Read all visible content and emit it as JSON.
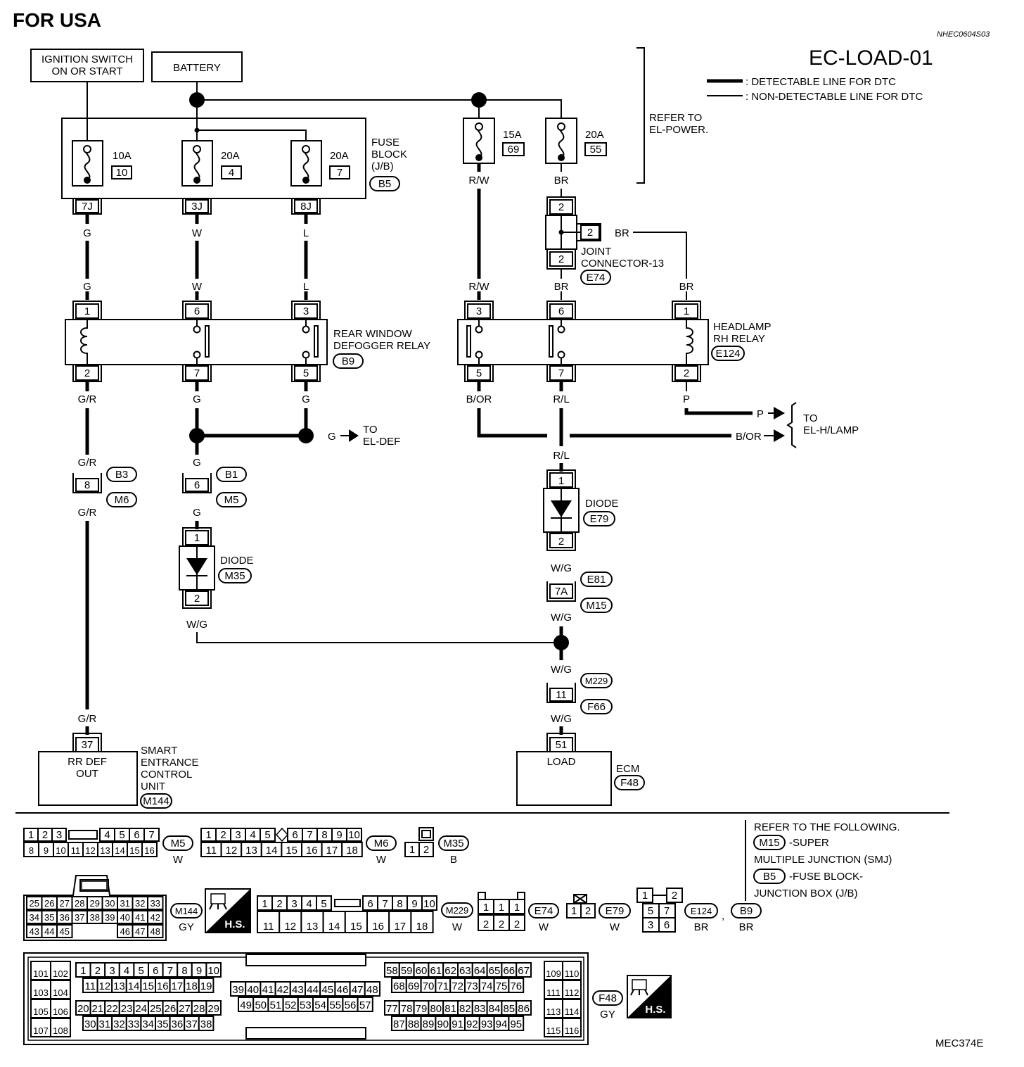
{
  "header": {
    "region": "FOR USA",
    "code": "NHEC0604S03",
    "page_title": "EC-LOAD-01",
    "legend_detectable": ": DETECTABLE LINE FOR DTC",
    "legend_non_detectable": ": NON-DETECTABLE LINE FOR DTC",
    "refer_power": [
      "REFER TO",
      "EL-POWER."
    ]
  },
  "sources": {
    "ignition": [
      "IGNITION SWITCH",
      "ON OR START"
    ],
    "battery": "BATTERY"
  },
  "fuse_block": {
    "label": [
      "FUSE",
      "BLOCK",
      "(J/B)"
    ],
    "connector": "B5",
    "fuses": [
      {
        "amp": "10A",
        "num": "10",
        "terminal": "7J",
        "wire": "G"
      },
      {
        "amp": "20A",
        "num": "4",
        "terminal": "3J",
        "wire": "W"
      },
      {
        "amp": "20A",
        "num": "7",
        "terminal": "8J",
        "wire": "L"
      }
    ]
  },
  "right_fuses": [
    {
      "amp": "15A",
      "num": "69",
      "wire": "R/W"
    },
    {
      "amp": "20A",
      "num": "55",
      "wire": "BR"
    }
  ],
  "joint_connector": {
    "label": [
      "JOINT",
      "CONNECTOR-13"
    ],
    "connector": "E74",
    "pins": [
      "2",
      "2",
      "2"
    ],
    "wire_br": "BR"
  },
  "defogger_relay": {
    "label": [
      "REAR WINDOW",
      "DEFOGGER RELAY"
    ],
    "connector": "B9",
    "top_pins": [
      "1",
      "6",
      "3"
    ],
    "bottom_pins": [
      "2",
      "7",
      "5"
    ],
    "top_wires": [
      "G",
      "W",
      "L"
    ],
    "bottom_wires": [
      "G/R",
      "G",
      "G"
    ]
  },
  "headlamp_relay": {
    "label": [
      "HEADLAMP",
      "RH RELAY"
    ],
    "connector": "E124",
    "top_pins": [
      "3",
      "6",
      "1"
    ],
    "bottom_pins": [
      "5",
      "7",
      "2"
    ],
    "top_wires": [
      "R/W",
      "BR",
      "BR"
    ],
    "bottom_wires": [
      "B/OR",
      "R/L",
      "P"
    ]
  },
  "to_el_def": {
    "wire": "G",
    "label": [
      "TO",
      "EL-DEF"
    ]
  },
  "to_el_hlamp": {
    "wire_p": "P",
    "wire_bor": "B/OR",
    "label": [
      "TO",
      "EL-H/LAMP"
    ]
  },
  "left_chain": {
    "wire_top": "G/R",
    "pin": "8",
    "conn_a": "B3",
    "conn_b": "M6",
    "wire_bottom": "G/R",
    "wire_end": "G/R",
    "end_pin": "37"
  },
  "mid_chain": {
    "wire_top": "G",
    "pin": "6",
    "conn_a": "B1",
    "conn_b": "M5",
    "wire_bottom": "G",
    "diode_label": "DIODE",
    "diode_conn": "M35",
    "diode_pins": [
      "1",
      "2"
    ],
    "wire_out": "W/G"
  },
  "right_chain": {
    "wire_rl": "R/L",
    "diode_label": "DIODE",
    "diode_conn": "E79",
    "diode_pins": [
      "1",
      "2"
    ],
    "wire_wg1": "W/G",
    "pin_7a": "7A",
    "conn_a": "E81",
    "conn_b": "M15",
    "wire_wg2": "W/G",
    "wire_wg3": "W/G",
    "pin_11": "11",
    "conn_c": "M229",
    "conn_d": "F66",
    "wire_wg4": "W/G",
    "end_pin": "51"
  },
  "smart_unit": {
    "box_text": [
      "RR DEF",
      "OUT"
    ],
    "label": [
      "SMART",
      "ENTRANCE",
      "CONTROL",
      "UNIT"
    ],
    "connector": "M144"
  },
  "ecm": {
    "box_text": "LOAD",
    "label": "ECM",
    "connector": "F48"
  },
  "connector_views": {
    "m5": {
      "row1": [
        "1",
        "2",
        "3",
        "",
        "4",
        "5",
        "6",
        "7"
      ],
      "row2": [
        "8",
        "9",
        "10",
        "11",
        "12",
        "13",
        "14",
        "15",
        "16"
      ],
      "name": "M5",
      "color": "W"
    },
    "m6": {
      "row1": [
        "1",
        "2",
        "3",
        "4",
        "5",
        "",
        "6",
        "7",
        "8",
        "9",
        "10"
      ],
      "row2": [
        "11",
        "12",
        "13",
        "14",
        "15",
        "16",
        "17",
        "18"
      ],
      "name": "M6",
      "color": "W"
    },
    "m35": {
      "pins": [
        "1",
        "2"
      ],
      "name": "M35",
      "color": "B"
    },
    "m144": {
      "row1": [
        "25",
        "26",
        "27",
        "28",
        "29",
        "30",
        "31",
        "32",
        "33"
      ],
      "row2": [
        "34",
        "35",
        "36",
        "37",
        "38",
        "39",
        "40",
        "41",
        "42"
      ],
      "row3a": [
        "43",
        "44",
        "45"
      ],
      "row3b": [
        "46",
        "47",
        "48"
      ],
      "name": "M144",
      "color": "GY"
    },
    "m229": {
      "row1": [
        "1",
        "2",
        "3",
        "4",
        "5",
        "",
        "6",
        "7",
        "8",
        "9",
        "10"
      ],
      "row2": [
        "11",
        "12",
        "13",
        "14",
        "15",
        "16",
        "17",
        "18"
      ],
      "name": "M229",
      "color": "W"
    },
    "e74": {
      "row1": [
        "1",
        "1",
        "1"
      ],
      "row2": [
        "2",
        "2",
        "2"
      ],
      "name": "E74",
      "color": "W"
    },
    "e79": {
      "pins": [
        "1",
        "2"
      ],
      "name": "E79",
      "color": "W"
    },
    "e124": {
      "top": [
        "1",
        "2"
      ],
      "mid": [
        "5",
        "7"
      ],
      "bot": [
        "3",
        "6"
      ],
      "name": "E124",
      "color": "BR"
    },
    "b9": {
      "name": "B9",
      "color": "BR"
    },
    "f48": {
      "left_blocks": [
        [
          "101",
          "102"
        ],
        [
          "103",
          "104"
        ],
        [
          "105",
          "106"
        ],
        [
          "107",
          "108"
        ]
      ],
      "block1_r1": [
        "1",
        "2",
        "3",
        "4",
        "5",
        "6",
        "7",
        "8",
        "9",
        "10"
      ],
      "block1_r2": [
        "11",
        "12",
        "13",
        "14",
        "15",
        "16",
        "17",
        "18",
        "19"
      ],
      "block1_r3": [
        "20",
        "21",
        "22",
        "23",
        "24",
        "25",
        "26",
        "27",
        "28",
        "29"
      ],
      "block1_r4": [
        "30",
        "31",
        "32",
        "33",
        "34",
        "35",
        "36",
        "37",
        "38"
      ],
      "block2_r1": [
        "39",
        "40",
        "41",
        "42",
        "43",
        "44",
        "45",
        "46",
        "47",
        "48"
      ],
      "block2_r2": [
        "49",
        "50",
        "51",
        "52",
        "53",
        "54",
        "55",
        "56",
        "57"
      ],
      "block3_r1": [
        "58",
        "59",
        "60",
        "61",
        "62",
        "63",
        "64",
        "65",
        "66",
        "67"
      ],
      "block3_r2": [
        "68",
        "69",
        "70",
        "71",
        "72",
        "73",
        "74",
        "75",
        "76"
      ],
      "block3_r3": [
        "77",
        "78",
        "79",
        "80",
        "81",
        "82",
        "83",
        "84",
        "85",
        "86"
      ],
      "block3_r4": [
        "87",
        "88",
        "89",
        "90",
        "91",
        "92",
        "93",
        "94",
        "95"
      ],
      "right_blocks": [
        [
          "109",
          "110"
        ],
        [
          "111",
          "112"
        ],
        [
          "113",
          "114"
        ],
        [
          "115",
          "116"
        ]
      ],
      "name": "F48",
      "color": "GY"
    },
    "hs_badge": "H.S."
  },
  "refer_note": {
    "line1": "REFER TO THE FOLLOWING.",
    "m15_conn": "M15",
    "m15_text": "-SUPER",
    "line3": "MULTIPLE JUNCTION (SMJ)",
    "b5_conn": "B5",
    "b5_text": "-FUSE BLOCK-",
    "line5": "JUNCTION BOX (J/B)"
  },
  "footer_code": "MEC374E"
}
